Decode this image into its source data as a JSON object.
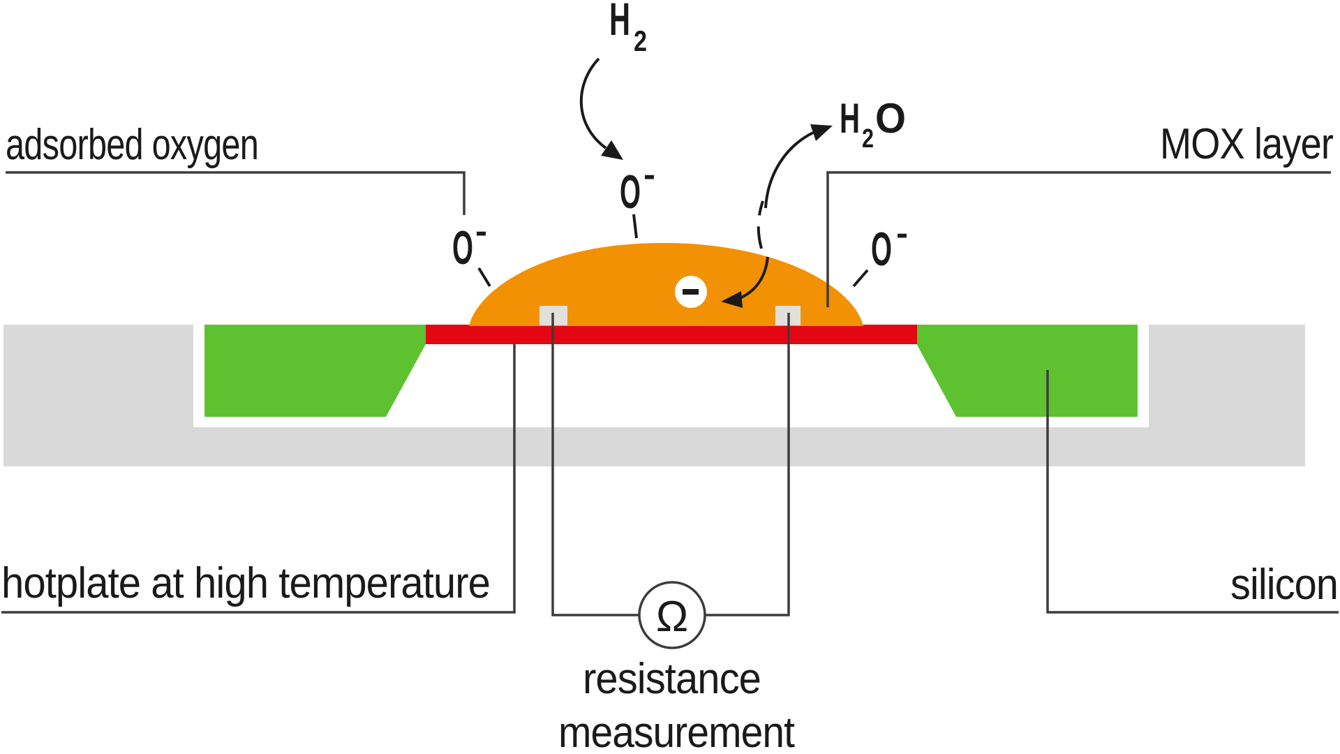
{
  "labels": {
    "adsorbed_oxygen": "adsorbed oxygen",
    "mox_layer": "MOX layer",
    "hotplate": "hotplate at high temperature",
    "silicon": "silicon",
    "resistance_line1": "resistance",
    "resistance_line2": "measurement",
    "omega": "Ω"
  },
  "chemistry": {
    "h2": {
      "element": "H",
      "subscript": "2"
    },
    "h2o": {
      "h": "H",
      "subscript": "2",
      "o": "O"
    },
    "o_minus": {
      "symbol": "O",
      "charge": "-"
    },
    "electron": {
      "symbol": "-"
    }
  },
  "colors": {
    "mox_orange": "#F29104",
    "hotplate_red": "#E30613",
    "silicon_green": "#5EC230",
    "substrate_gray": "#D9D9D9",
    "electrode_gray": "#E3E0DB",
    "line_dark": "#3C3C3B",
    "text_dark": "#1A1A1A",
    "electron_white": "#FFFFFF"
  }
}
